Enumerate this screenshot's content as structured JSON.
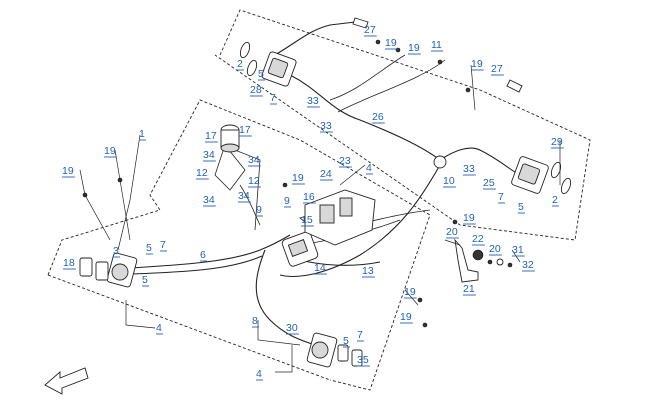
{
  "diagram": {
    "callouts": [
      {
        "id": "c27a",
        "text": "27"
      },
      {
        "id": "c19a",
        "text": "19"
      },
      {
        "id": "c19b",
        "text": "19"
      },
      {
        "id": "c11",
        "text": "11"
      },
      {
        "id": "c2a",
        "text": "2"
      },
      {
        "id": "c5a",
        "text": "5"
      },
      {
        "id": "c28",
        "text": "28"
      },
      {
        "id": "c7a",
        "text": "7"
      },
      {
        "id": "c33a",
        "text": "33"
      },
      {
        "id": "c33b",
        "text": "33"
      },
      {
        "id": "c26",
        "text": "26"
      },
      {
        "id": "c19c",
        "text": "19"
      },
      {
        "id": "c27b",
        "text": "27"
      },
      {
        "id": "c29",
        "text": "29"
      },
      {
        "id": "c33c",
        "text": "33"
      },
      {
        "id": "c10",
        "text": "10"
      },
      {
        "id": "c25",
        "text": "25"
      },
      {
        "id": "c7b",
        "text": "7"
      },
      {
        "id": "c2b",
        "text": "2"
      },
      {
        "id": "c5b",
        "text": "5"
      },
      {
        "id": "c1",
        "text": "1"
      },
      {
        "id": "c17a",
        "text": "17"
      },
      {
        "id": "c17b",
        "text": "17"
      },
      {
        "id": "c19d",
        "text": "19"
      },
      {
        "id": "c19e",
        "text": "19"
      },
      {
        "id": "c34a",
        "text": "34"
      },
      {
        "id": "c34b",
        "text": "34"
      },
      {
        "id": "c12a",
        "text": "12"
      },
      {
        "id": "c12b",
        "text": "12"
      },
      {
        "id": "c19f",
        "text": "19"
      },
      {
        "id": "c34c",
        "text": "34"
      },
      {
        "id": "c34d",
        "text": "34"
      },
      {
        "id": "c24",
        "text": "24"
      },
      {
        "id": "c23",
        "text": "23"
      },
      {
        "id": "c4a",
        "text": "4"
      },
      {
        "id": "c16",
        "text": "16"
      },
      {
        "id": "c9a",
        "text": "9"
      },
      {
        "id": "c9b",
        "text": "9"
      },
      {
        "id": "c15",
        "text": "15"
      },
      {
        "id": "c19g",
        "text": "19"
      },
      {
        "id": "c20a",
        "text": "20"
      },
      {
        "id": "c22",
        "text": "22"
      },
      {
        "id": "c20b",
        "text": "20"
      },
      {
        "id": "c31",
        "text": "31"
      },
      {
        "id": "c32",
        "text": "32"
      },
      {
        "id": "c21",
        "text": "21"
      },
      {
        "id": "c3",
        "text": "3"
      },
      {
        "id": "c5c",
        "text": "5"
      },
      {
        "id": "c7c",
        "text": "7"
      },
      {
        "id": "c18",
        "text": "18"
      },
      {
        "id": "c5d",
        "text": "5"
      },
      {
        "id": "c6",
        "text": "6"
      },
      {
        "id": "c14",
        "text": "14"
      },
      {
        "id": "c13",
        "text": "13"
      },
      {
        "id": "c4b",
        "text": "4"
      },
      {
        "id": "c8",
        "text": "8"
      },
      {
        "id": "c19h",
        "text": "19"
      },
      {
        "id": "c19i",
        "text": "19"
      },
      {
        "id": "c30",
        "text": "30"
      },
      {
        "id": "c7d",
        "text": "7"
      },
      {
        "id": "c5e",
        "text": "5"
      },
      {
        "id": "c35",
        "text": "35"
      },
      {
        "id": "c4c",
        "text": "4"
      }
    ]
  }
}
